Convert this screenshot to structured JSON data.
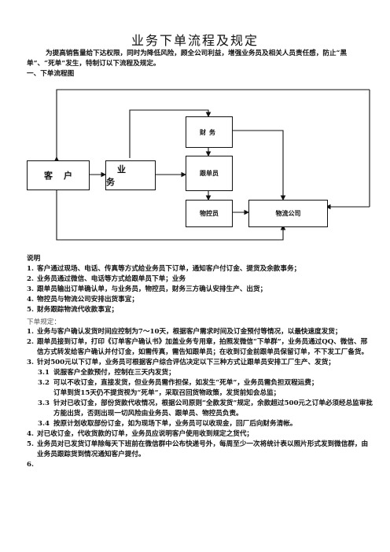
{
  "title": "业务下单流程及规定",
  "intro": "为提高销售量给下达权限，同时为降低风险，顾全公司利益，增强业务员及相关人员责任感，防止“黑单”、“死单”发生，特制订以下流程及规定。",
  "section1": "一、下单流程图",
  "flowchart": {
    "customer": "客户",
    "salesman": "业务",
    "finance": "财务",
    "order_clerk": "跟单员",
    "controller": "物控员",
    "logistics": "物流公司"
  },
  "notes_title": "说明",
  "notes": [
    {
      "num": "1.",
      "text": "客户通过现场、电话、传真等方式给业务员下订单，通知客户付订金、提货及余款事务；"
    },
    {
      "num": "2.",
      "text": "业务员通过微信、电话等方式给跟单员下单；业务"
    },
    {
      "num": "3.",
      "text": "跟单员输出订单确认单，与业务员，物控员，财务三方确认安排生产、出货；"
    },
    {
      "num": "4.",
      "text": "物控员与物流公司安排出货事宜；"
    },
    {
      "num": "5.",
      "text": "财务跟踪物流代收款事宜；"
    }
  ],
  "rules_title": "下单规定：",
  "rules": [
    {
      "num": "1.",
      "text": "业务与客户确认发货时间应控制为7～10天，根据客户需求时间及订金预付等情况，以最快速度发货；"
    },
    {
      "num": "2.",
      "text": "跟单员接到订单，打印《订单客户确认书》加盖业务专用章，拍照发微信“下单群”，业务员通过QQ、微信、邢信方式转发给客户确认并付订金，如需传真，需告知跟单员；在收到订金前跟单员保留订单，不下发工厂备货。"
    },
    {
      "num": "3.",
      "text": "针对500元以下订单，业务员可根据客户综合评估决定以下三种方式让跟单员安排工厂生产、发货；"
    }
  ],
  "subrules": [
    {
      "num": "3.1",
      "text": "说服客户全款预付，控制在三天内发货；"
    },
    {
      "num": "3.2",
      "text": "可以不收订金，直接发货，但业务员需作担保，如发生“死单”，业务员需负担双程运费；"
    },
    {
      "num": "",
      "text": "订单到货15天仍不提货视为“死单”，采取召回货物政策，发货前知会总监；"
    },
    {
      "num": "3.3",
      "text": "针对已收订金，部份货款代收情况，根据公司原则“全款发货”规定，余款超过500元之订单必须经总监审批方能出货，否则出现一切风险由业务员、跟单员、物控员负责。"
    },
    {
      "num": "3.4",
      "text": "按原计划收取部份订金，如为现场下单，业务员可以收现金，回厂后向财务清帐。"
    }
  ],
  "rules_tail": [
    {
      "num": "4.",
      "text": "对已收订金，代收货款的订单，业务员应说明客户使用收到规定之货代；"
    },
    {
      "num": "5.",
      "text": "业务员对已发货订单除每天下班前在微信群中公布快递号外，每周至少一次将统计表以照片形式发到微信群，由业务员跟踪货到情况通知客户提付。"
    },
    {
      "num": "6.",
      "text": ""
    }
  ]
}
